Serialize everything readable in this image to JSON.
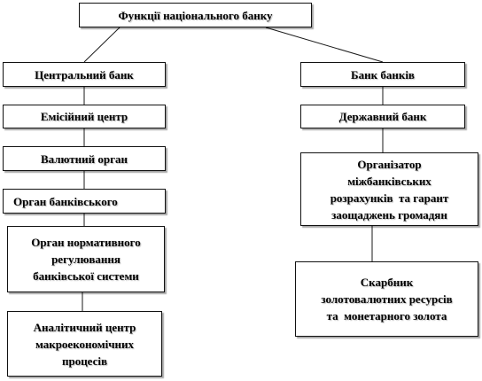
{
  "title": "Функції національного банку",
  "left": {
    "head": "Центральний банк",
    "items": [
      {
        "lines": [
          "Емісійний центр"
        ]
      },
      {
        "lines": [
          "Валютний орган"
        ]
      },
      {
        "lines": [
          "Орган банківського"
        ]
      },
      {
        "lines": [
          "Орган нормативного",
          "регулювання",
          "банківської системи"
        ]
      },
      {
        "lines": [
          "Аналітичний центр",
          "макроекономічних",
          "процесів"
        ]
      }
    ]
  },
  "right": {
    "head": "Банк банків",
    "items": [
      {
        "lines": [
          "Державний банк"
        ]
      },
      {
        "lines": [
          "Організатор",
          "міжбанківських",
          "розрахунків  та гарант",
          "заощаджень громадян"
        ]
      },
      {
        "lines": [
          "Скарбник",
          "золотовалютних ресурсів",
          "та  монетарного золота"
        ]
      }
    ]
  }
}
